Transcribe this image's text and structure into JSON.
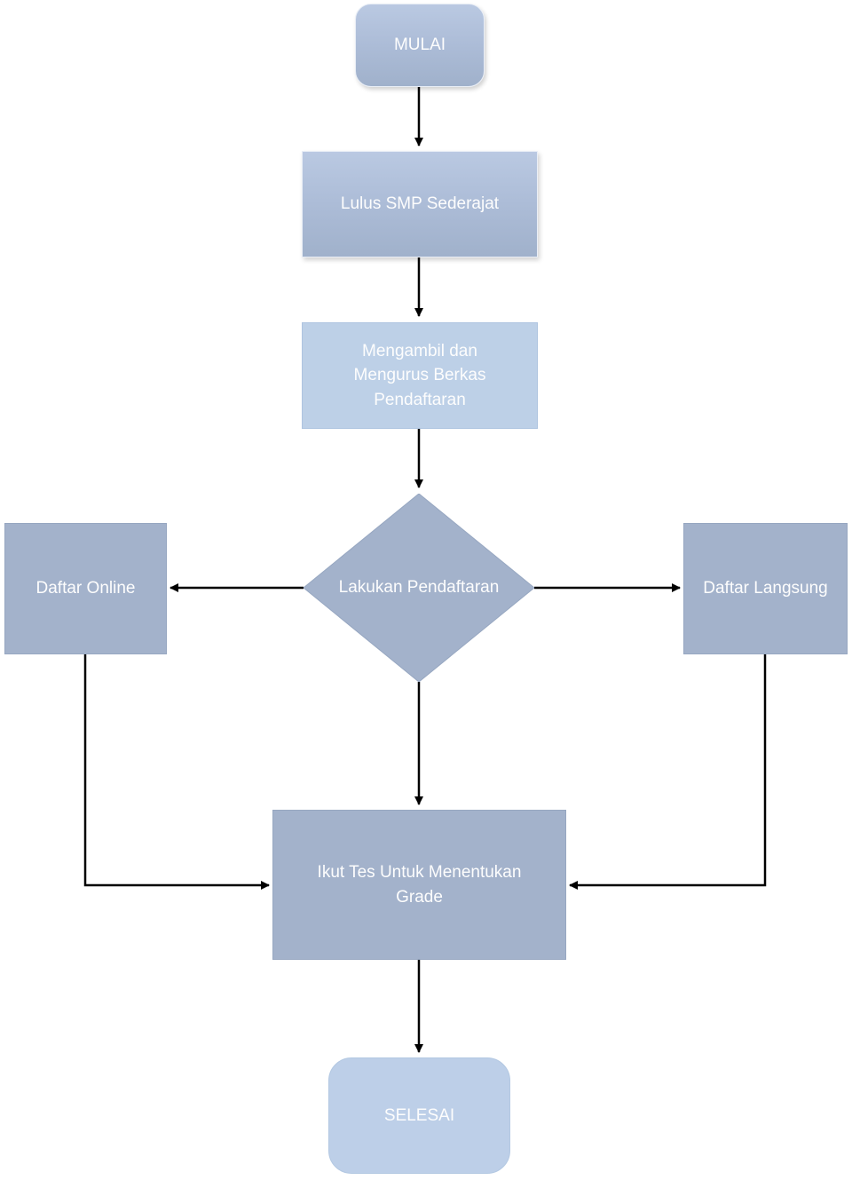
{
  "nodes": {
    "mulai": {
      "label": "MULAI",
      "type": "terminator"
    },
    "lulus": {
      "label": "Lulus SMP Sederajat",
      "type": "process"
    },
    "berkas": {
      "label": "Mengambil dan Mengurus Berkas Pendaftaran",
      "type": "process"
    },
    "pendaftaran": {
      "label": "Lakukan Pendaftaran",
      "type": "decision"
    },
    "daftar_online": {
      "label": "Daftar Online",
      "type": "process"
    },
    "daftar_langsung": {
      "label": "Daftar Langsung",
      "type": "process"
    },
    "ikut_tes": {
      "label": "Ikut Tes Untuk Menentukan Grade",
      "type": "process"
    },
    "selesai": {
      "label": "SELESAI",
      "type": "terminator"
    }
  },
  "edges": [
    {
      "from": "mulai",
      "to": "lulus"
    },
    {
      "from": "lulus",
      "to": "berkas"
    },
    {
      "from": "berkas",
      "to": "pendaftaran"
    },
    {
      "from": "pendaftaran",
      "to": "daftar_online"
    },
    {
      "from": "pendaftaran",
      "to": "daftar_langsung"
    },
    {
      "from": "pendaftaran",
      "to": "ikut_tes"
    },
    {
      "from": "daftar_online",
      "to": "ikut_tes"
    },
    {
      "from": "daftar_langsung",
      "to": "ikut_tes"
    },
    {
      "from": "ikut_tes",
      "to": "selesai"
    }
  ],
  "colors": {
    "gradient_box_top": "#bac9e2",
    "gradient_box_bottom": "#a0b1cb",
    "light_box": "#bdd0e7",
    "flat_box": "#a3b2cb",
    "text": "#fdfdfd",
    "arrow": "#000000",
    "background": "#ffffff"
  }
}
